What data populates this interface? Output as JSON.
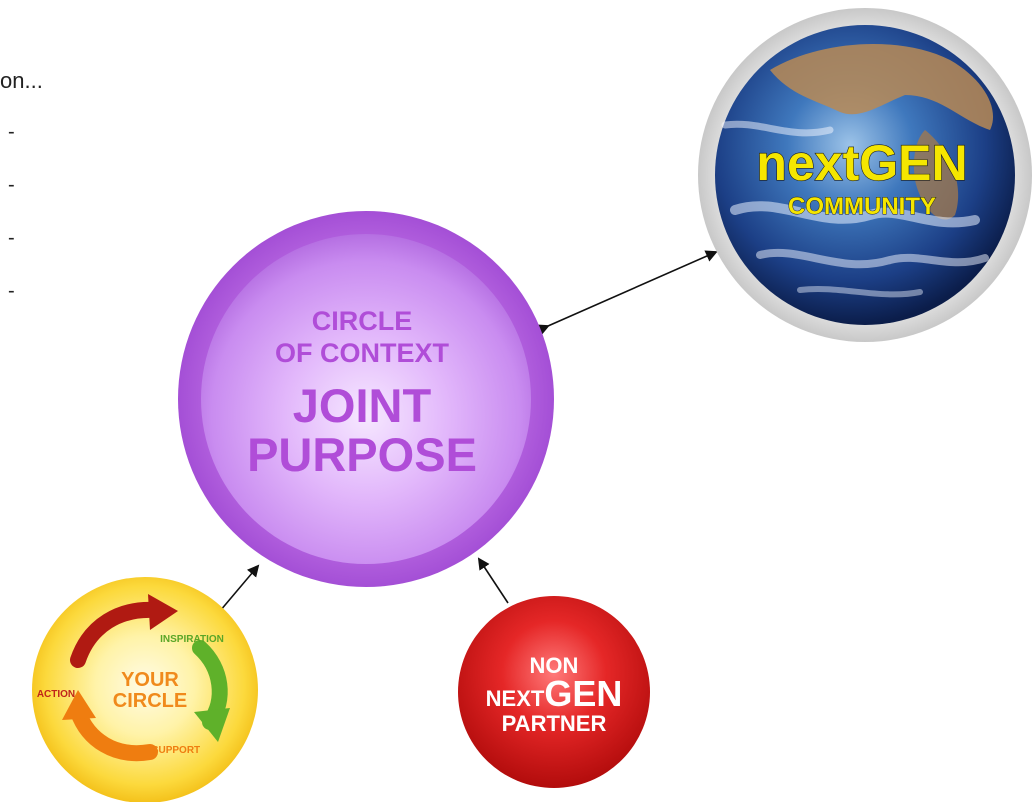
{
  "left_text": {
    "line1": "on...",
    "dashes": [
      "-",
      "-",
      "-",
      "-"
    ]
  },
  "center_circle": {
    "line1": "CIRCLE",
    "line2": "OF CONTEXT",
    "line3": "JOINT",
    "line4": "PURPOSE",
    "text_color": "#b04dd8"
  },
  "community_circle": {
    "title_prefix": "next",
    "title_suffix": "GEN",
    "subtitle": "COMMUNITY",
    "text_color": "#f5e600"
  },
  "your_circle": {
    "line1": "YOUR",
    "line2": "CIRCLE",
    "inspiration": "INSPIRATION",
    "action": "ACTION",
    "support": "SUPPORT"
  },
  "partner_circle": {
    "line1": "NON",
    "line2_small": "NEXT",
    "line2_big": "GEN",
    "line3": "PARTNER"
  }
}
